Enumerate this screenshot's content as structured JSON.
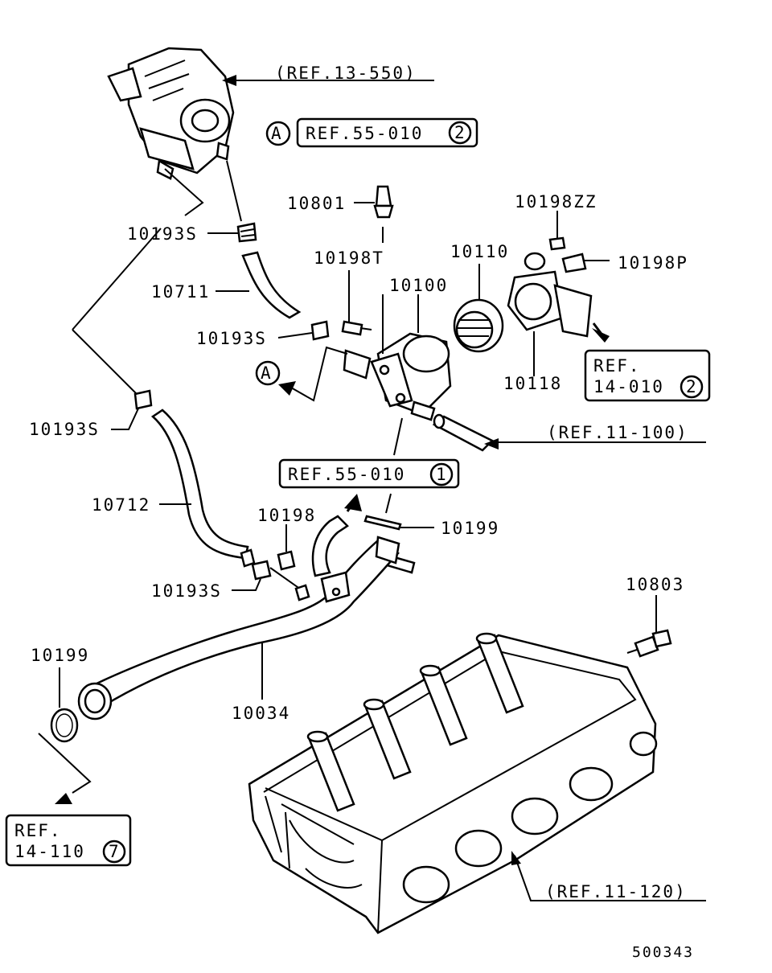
{
  "labels": {
    "ref_13_550": "(REF.13-550)",
    "ref_55_010_2": "REF.55-010",
    "ref_55_010_2_circle": "2",
    "marker_a_top": "A",
    "p10801": "10801",
    "p10198zz": "10198ZZ",
    "p10193s_1": "10193S",
    "p10198t": "10198T",
    "p10110": "10110",
    "p10198p": "10198P",
    "p10711": "10711",
    "p10100": "10100",
    "p10193s_2": "10193S",
    "ref_14_010_line1": "REF.",
    "ref_14_010_line2": "14-010",
    "ref_14_010_circle": "2",
    "p10118": "10118",
    "marker_a_mid": "A",
    "p10193s_3": "10193S",
    "ref_11_100": "(REF.11-100)",
    "ref_55_010_1": "REF.55-010",
    "ref_55_010_1_circle": "1",
    "p10712": "10712",
    "p10198": "10198",
    "p10199_1": "10199",
    "p10193s_4": "10193S",
    "p10803": "10803",
    "p10199_2": "10199",
    "p10034": "10034",
    "ref_14_110_line1": "REF.",
    "ref_14_110_line2": "14-110",
    "ref_14_110_circle": "7",
    "ref_11_120": "(REF.11-120)",
    "drawing_no": "500343"
  }
}
